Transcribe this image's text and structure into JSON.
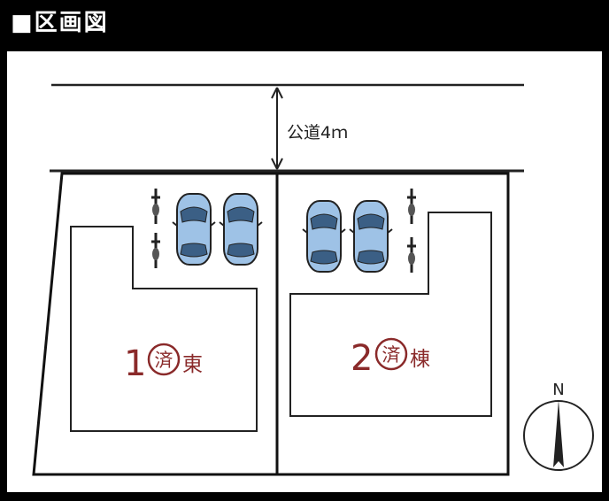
{
  "header": {
    "title": "■区画図"
  },
  "road": {
    "label": "公道4ｍ"
  },
  "lots": [
    {
      "number": "1",
      "stamp": "済",
      "suffix": "東"
    },
    {
      "number": "2",
      "stamp": "済",
      "suffix": "棟"
    }
  ],
  "compass": {
    "north": "N"
  },
  "colors": {
    "stamp": "#8a2a2a",
    "line": "#111111",
    "car": "#9ec2e6"
  }
}
